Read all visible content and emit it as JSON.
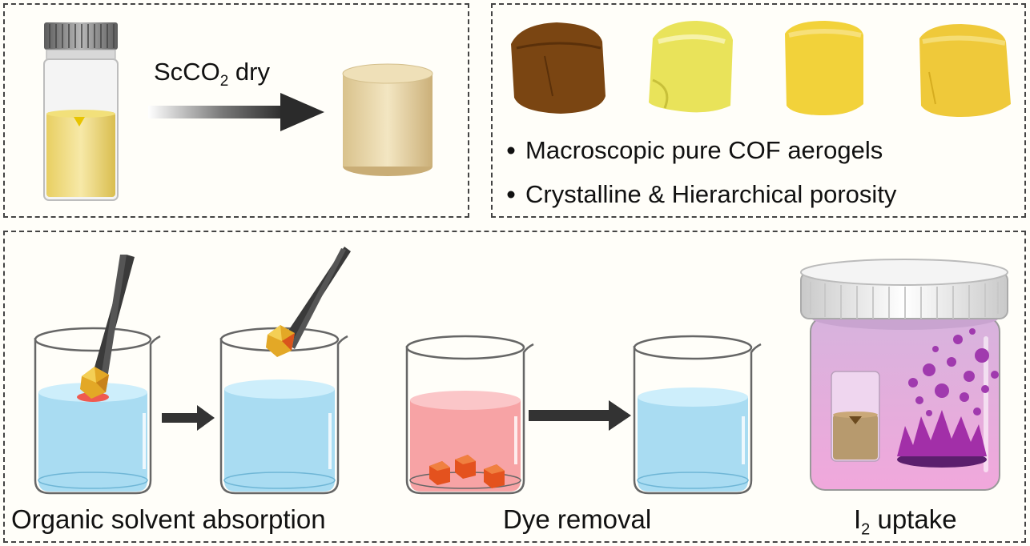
{
  "arrow_label": {
    "base": "ScCO",
    "sub": "2",
    "tail": " dry"
  },
  "bullets": [
    "Macroscopic pure COF aerogels",
    "Crystalline & Hierarchical porosity"
  ],
  "applications": {
    "solvent": "Organic solvent absorption",
    "dye": "Dye removal",
    "iodine": {
      "base": "I",
      "sub": "2",
      "tail": " uptake"
    }
  },
  "colors": {
    "water": "#a9dcf2",
    "dye_solution": "#f7a3a5",
    "iodine_vapor": "#e3a3da",
    "aerogel_brown": "#7a4512",
    "aerogel_yellow": "#f2d23a",
    "arrow": "#333333"
  }
}
